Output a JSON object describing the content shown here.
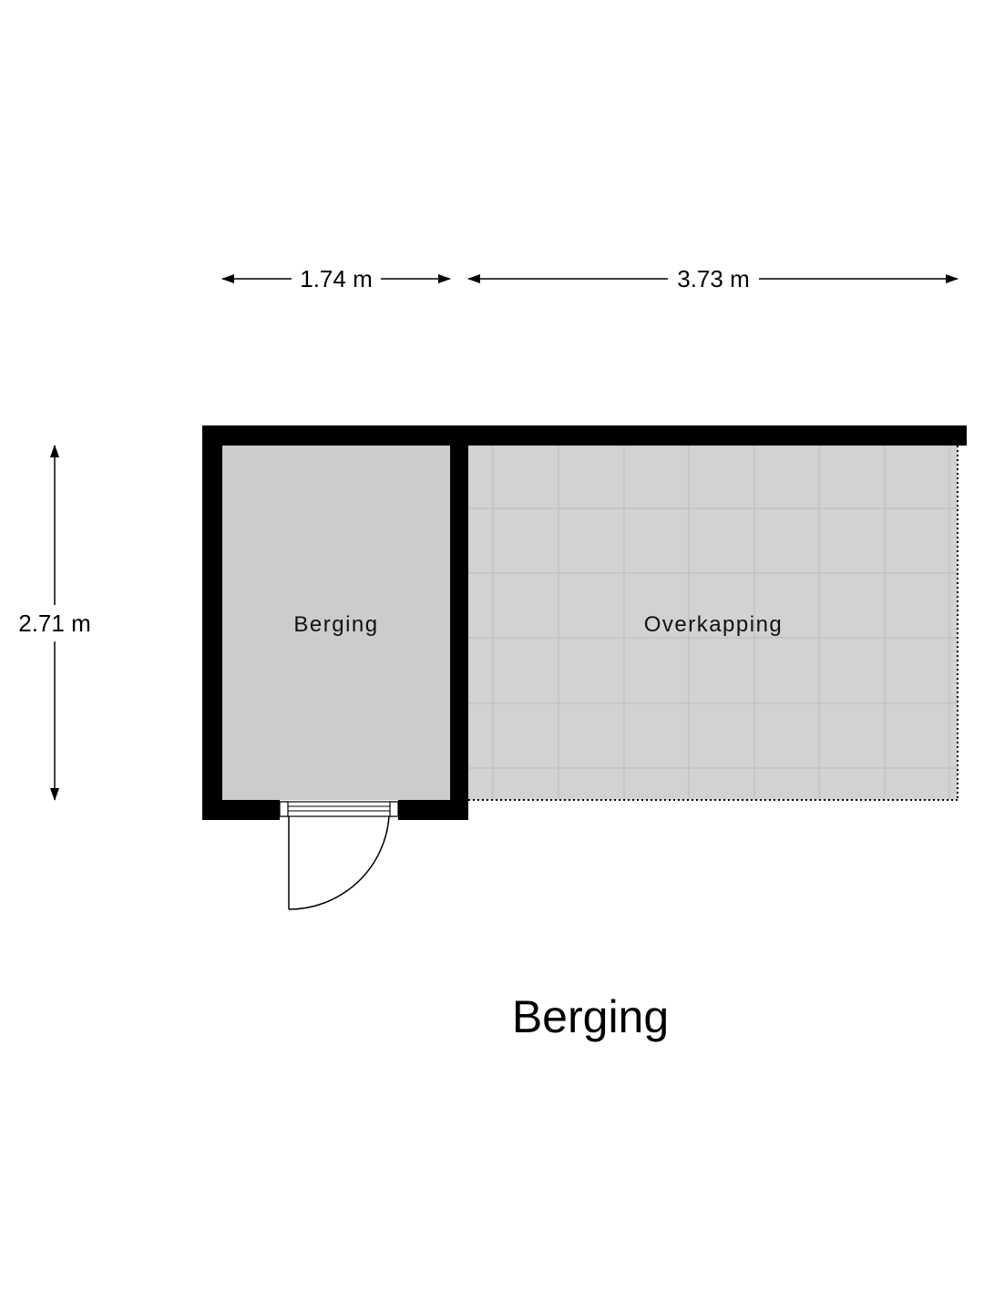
{
  "dimensions": {
    "width_berging": "1.74 m",
    "width_overkapping": "3.73 m",
    "height": "2.71 m"
  },
  "rooms": {
    "berging": "Berging",
    "overkapping": "Overkapping"
  },
  "title": "Berging",
  "colors": {
    "wall": "#000000",
    "room_fill": "#cccccc",
    "tile_fill": "#d2d2d2",
    "tile_line": "#c2c2c2",
    "background": "#ffffff"
  }
}
